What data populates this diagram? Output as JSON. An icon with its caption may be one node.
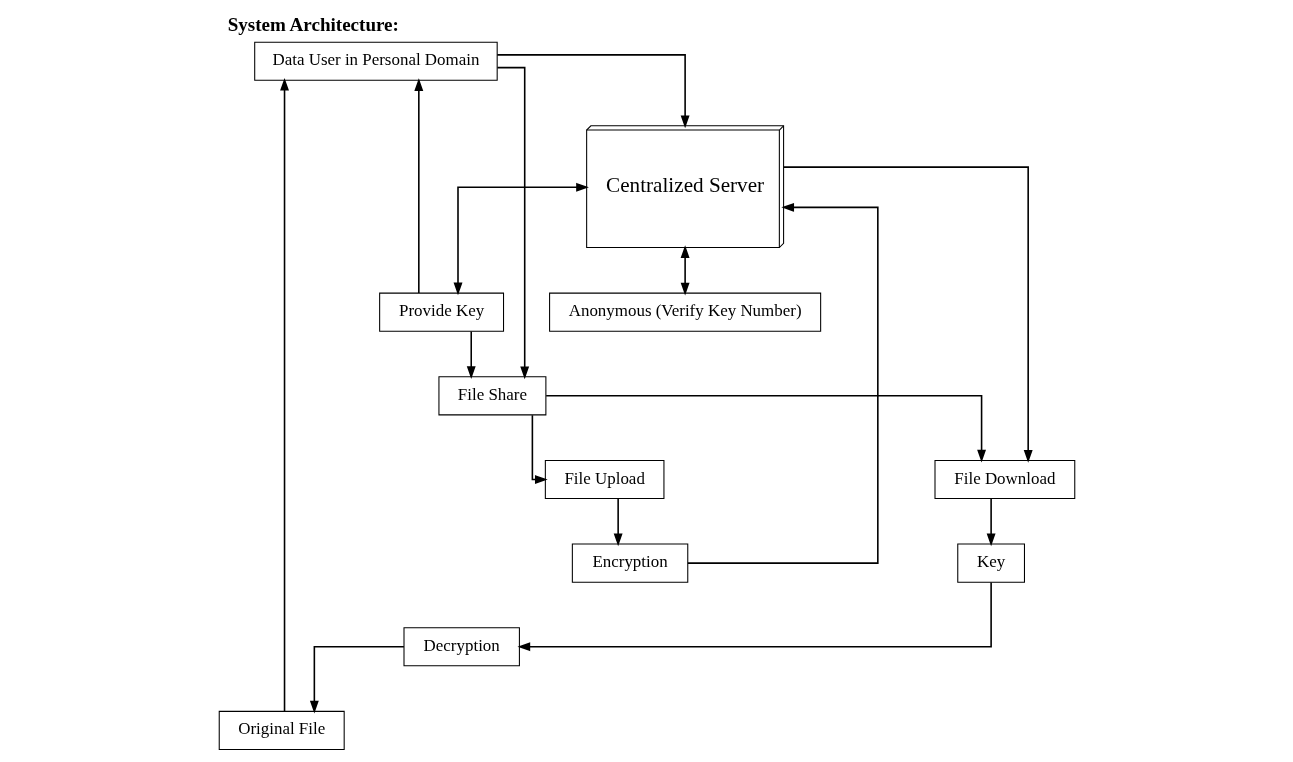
{
  "diagram": {
    "title": "System Architecture:",
    "nodes": [
      {
        "text": [
          "Data User in Personal Domain"
        ]
      },
      {
        "text": [
          "Centralized Server"
        ]
      },
      {
        "text": [
          "Anonymous (Verify Key Number)"
        ]
      },
      {
        "text": [
          "Provide Key"
        ]
      },
      {
        "text": [
          "File Share"
        ]
      },
      {
        "text": [
          "File Download"
        ]
      },
      {
        "text": [
          "File Upload"
        ]
      },
      {
        "text": [
          "Original File"
        ]
      },
      {
        "text": [
          "Decryption"
        ]
      },
      {
        "text": [
          "Key"
        ]
      },
      {
        "text": [
          "Encryption"
        ]
      }
    ],
    "edges": [
      {
        "from": 0,
        "to": 1,
        "arrow": "to"
      },
      {
        "from": 1,
        "to": 2,
        "arrow": "both"
      },
      {
        "from": 10,
        "to": 1,
        "arrow": "to"
      },
      {
        "from": 1,
        "to": 3,
        "arrow": "both"
      },
      {
        "from": 3,
        "to": 0,
        "arrow": "to"
      },
      {
        "from": 3,
        "to": 4,
        "arrow": "to"
      },
      {
        "from": 0,
        "to": 4,
        "arrow": "to"
      },
      {
        "from": 1,
        "to": 5,
        "arrow": "to"
      },
      {
        "from": 4,
        "to": 5,
        "arrow": "to"
      },
      {
        "from": 4,
        "to": 6,
        "arrow": "to"
      },
      {
        "from": 5,
        "to": 9,
        "arrow": "to"
      },
      {
        "from": 6,
        "to": 10,
        "arrow": "to"
      },
      {
        "from": 9,
        "to": 8,
        "arrow": "to"
      },
      {
        "from": 8,
        "to": 7,
        "arrow": "to"
      },
      {
        "from": 7,
        "to": 0,
        "arrow": "to"
      }
    ]
  }
}
